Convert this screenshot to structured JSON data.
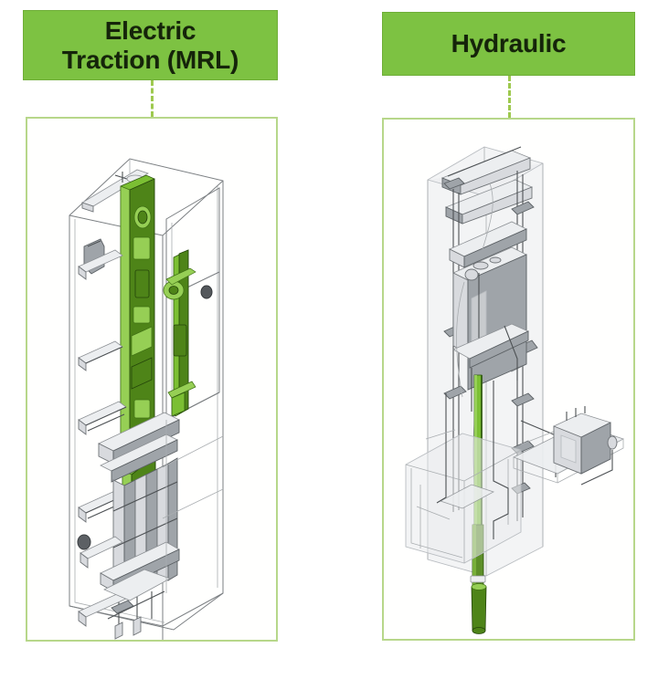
{
  "figure": {
    "kind": "comparison-diagram",
    "subject": "Elevator drive system types",
    "background_color": "#ffffff",
    "accent_color": "#7dc242",
    "panel_border_color": "#b7d78a",
    "connector_color": "#9ec94f"
  },
  "columns": [
    {
      "id": "electric-traction",
      "header_label": "Electric\nTraction (MRL)",
      "header_line_1": "Electric",
      "header_line_2": "Traction (MRL)",
      "diagram_caption": "Machine-room-less electric traction elevator: hoistway with green guide rail / machine assembly, counterweight frame and car sling at the pit",
      "highlight_parts": [
        "traction machine column",
        "governor / overspeed unit",
        "guide rail assembly"
      ],
      "neutral_parts": [
        "hoistway enclosure frame",
        "landing door headers",
        "car sling",
        "counterweight",
        "buffer and pit equipment"
      ]
    },
    {
      "id": "hydraulic",
      "header_label": "Hydraulic",
      "header_line_1": "Hydraulic",
      "header_line_2": "",
      "diagram_caption": "Hydraulic elevator: hoistway with car frame, roping sheaves, green hydraulic jack/cylinder running to the pit and a remote power unit on the machine floor",
      "highlight_parts": [
        "hydraulic jack ram",
        "cylinder"
      ],
      "neutral_parts": [
        "hoistway shell",
        "car frame",
        "crosshead beams",
        "guide rails",
        "power unit cabinet",
        "pit floor"
      ]
    }
  ]
}
